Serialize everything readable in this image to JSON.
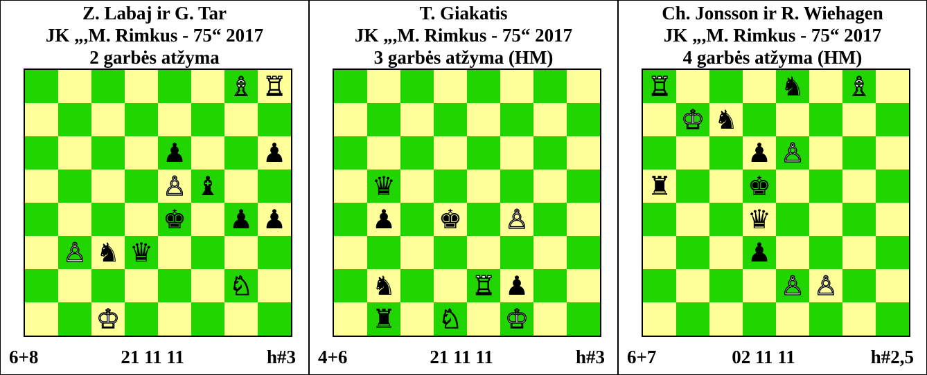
{
  "problems": [
    {
      "heading": [
        "Z. Labaj ir G. Tar",
        "JK „,M. Rimkus - 75“ 2017",
        "2 garbės atžyma"
      ],
      "count": "6+8",
      "stipulation_code": "21 11 11",
      "stipulation": "h#3",
      "pieces": [
        {
          "sq": "g8",
          "glyph": "♗",
          "color": "w",
          "name": "white-bishop-icon"
        },
        {
          "sq": "h8",
          "glyph": "♖",
          "color": "w",
          "name": "white-rook-icon"
        },
        {
          "sq": "e6",
          "glyph": "♟",
          "color": "b",
          "name": "black-pawn-icon"
        },
        {
          "sq": "h6",
          "glyph": "♟",
          "color": "b",
          "name": "black-pawn-icon"
        },
        {
          "sq": "e5",
          "glyph": "♙",
          "color": "w",
          "name": "white-pawn-icon"
        },
        {
          "sq": "f5",
          "glyph": "♝",
          "color": "b",
          "name": "black-bishop-icon"
        },
        {
          "sq": "e4",
          "glyph": "♚",
          "color": "b",
          "name": "black-king-icon"
        },
        {
          "sq": "g4",
          "glyph": "♟",
          "color": "b",
          "name": "black-pawn-icon"
        },
        {
          "sq": "h4",
          "glyph": "♟",
          "color": "b",
          "name": "black-pawn-icon"
        },
        {
          "sq": "b3",
          "glyph": "♙",
          "color": "w",
          "name": "white-pawn-icon"
        },
        {
          "sq": "c3",
          "glyph": "♞",
          "color": "b",
          "name": "black-knight-icon"
        },
        {
          "sq": "d3",
          "glyph": "♛",
          "color": "b",
          "name": "black-queen-icon"
        },
        {
          "sq": "g2",
          "glyph": "♘",
          "color": "w",
          "name": "white-knight-icon"
        },
        {
          "sq": "c1",
          "glyph": "♔",
          "color": "w",
          "name": "white-king-icon"
        }
      ]
    },
    {
      "heading": [
        "T. Giakatis",
        "JK „,M. Rimkus - 75“ 2017",
        "3 garbės atžyma (HM)"
      ],
      "count": "4+6",
      "stipulation_code": "21 11 11",
      "stipulation": "h#3",
      "pieces": [
        {
          "sq": "b5",
          "glyph": "♛",
          "color": "b",
          "name": "black-queen-icon"
        },
        {
          "sq": "b4",
          "glyph": "♟",
          "color": "b",
          "name": "black-pawn-icon"
        },
        {
          "sq": "d4",
          "glyph": "♚",
          "color": "b",
          "name": "black-king-icon"
        },
        {
          "sq": "f4",
          "glyph": "♙",
          "color": "w",
          "name": "white-pawn-icon"
        },
        {
          "sq": "b2",
          "glyph": "♞",
          "color": "b",
          "name": "black-knight-icon"
        },
        {
          "sq": "e2",
          "glyph": "♖",
          "color": "w",
          "name": "white-rook-icon"
        },
        {
          "sq": "f2",
          "glyph": "♟",
          "color": "b",
          "name": "black-pawn-icon"
        },
        {
          "sq": "b1",
          "glyph": "♜",
          "color": "b",
          "name": "black-rook-icon"
        },
        {
          "sq": "d1",
          "glyph": "♘",
          "color": "w",
          "name": "white-knight-icon"
        },
        {
          "sq": "f1",
          "glyph": "♔",
          "color": "w",
          "name": "white-king-icon"
        }
      ]
    },
    {
      "heading": [
        "Ch. Jonsson ir R. Wiehagen",
        "JK „,M. Rimkus - 75“ 2017",
        "4 garbės atžyma (HM)"
      ],
      "count": "6+7",
      "stipulation_code": "02 11 11",
      "stipulation": "h#2,5",
      "pieces": [
        {
          "sq": "a8",
          "glyph": "♖",
          "color": "w",
          "name": "white-rook-icon"
        },
        {
          "sq": "e8",
          "glyph": "♞",
          "color": "b",
          "name": "black-knight-icon"
        },
        {
          "sq": "g8",
          "glyph": "♗",
          "color": "w",
          "name": "white-bishop-icon"
        },
        {
          "sq": "b7",
          "glyph": "♔",
          "color": "w",
          "name": "white-king-icon"
        },
        {
          "sq": "c7",
          "glyph": "♞",
          "color": "b",
          "name": "black-knight-icon"
        },
        {
          "sq": "d6",
          "glyph": "♟",
          "color": "b",
          "name": "black-pawn-icon"
        },
        {
          "sq": "e6",
          "glyph": "♙",
          "color": "w",
          "name": "white-pawn-icon"
        },
        {
          "sq": "a5",
          "glyph": "♜",
          "color": "b",
          "name": "black-rook-icon"
        },
        {
          "sq": "d5",
          "glyph": "♚",
          "color": "b",
          "name": "black-king-icon"
        },
        {
          "sq": "d4",
          "glyph": "♛",
          "color": "b",
          "name": "black-queen-icon"
        },
        {
          "sq": "d3",
          "glyph": "♟",
          "color": "b",
          "name": "black-pawn-icon"
        },
        {
          "sq": "e2",
          "glyph": "♙",
          "color": "w",
          "name": "white-pawn-icon"
        },
        {
          "sq": "f2",
          "glyph": "♙",
          "color": "w",
          "name": "white-pawn-icon"
        }
      ]
    }
  ],
  "colors": {
    "light_square": "#ffff99",
    "dark_square": "#21d600"
  }
}
